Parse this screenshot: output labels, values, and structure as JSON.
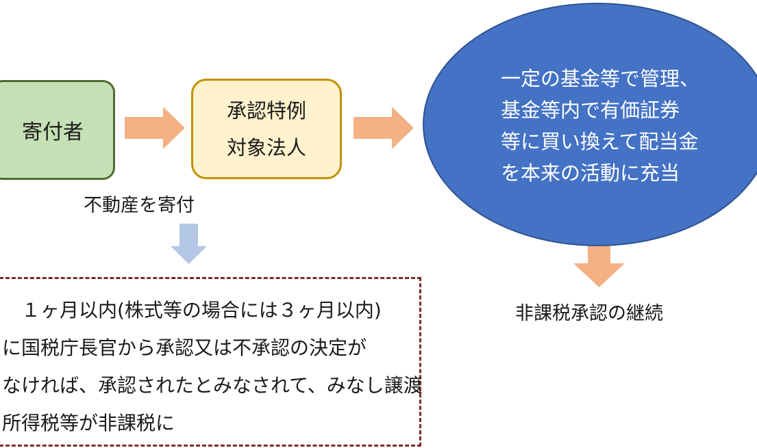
{
  "nodes": {
    "donor": "寄付者",
    "corp_line1": "承認特例",
    "corp_line2": "対象法人",
    "management_lines": [
      "一定の基金等で管理、",
      "基金等内で有価証券",
      "等に買い換えて配当金",
      "を本来の活動に充当"
    ]
  },
  "labels": {
    "donate": "不動産を寄付",
    "continue": "非課税承認の継続"
  },
  "note_lines": [
    "１ヶ月以内(株式等の場合には３ヶ月以内)",
    "に国税庁長官から承認又は不承認の決定が",
    "なければ、承認されたとみなされて、みなし譲渡",
    "所得税等が非課税に"
  ],
  "colors": {
    "donor_fill": "#c5e0b4",
    "corp_fill": "#fff2cc",
    "ellipse_fill": "#4472c4",
    "arrow_orange": "#f4b183",
    "arrow_blue": "#b4c7e7",
    "note_border": "#7b2c2c"
  }
}
